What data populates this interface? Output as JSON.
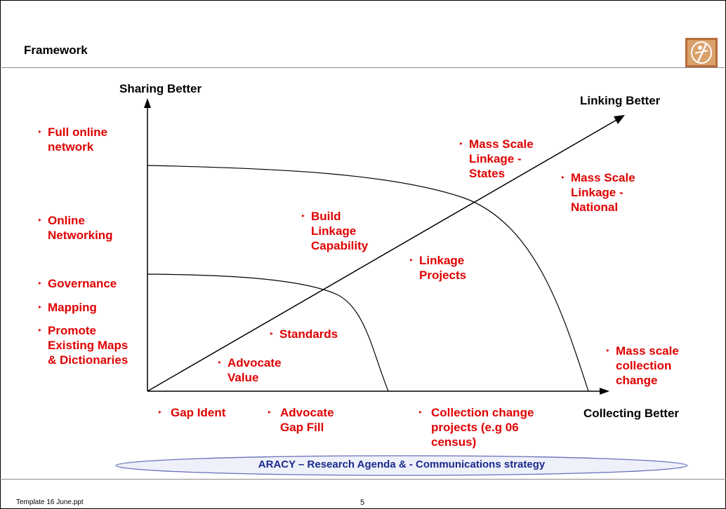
{
  "slide": {
    "title": "Framework",
    "page_number": "5",
    "footer_file": "Template 16 June.ppt"
  },
  "axes": {
    "y_label": "Sharing Better",
    "diagonal_label": "Linking Better",
    "x_label": "Collecting Better"
  },
  "left_items": [
    "Full online network",
    "Online Networking",
    "Governance",
    "Mapping",
    "Promote Existing Maps & Dictionaries"
  ],
  "bottom_items": [
    "Gap Ident",
    "Advocate Gap Fill",
    "Collection change projects (e.g 06 census)"
  ],
  "inner_items": [
    "Mass Scale Linkage - States",
    "Mass Scale Linkage - National",
    "Build Linkage Capability",
    "Linkage Projects",
    "Standards",
    "Advocate Value",
    "Mass scale collection change"
  ],
  "banner": "ARACY – Research Agenda & - Communications strategy",
  "colors": {
    "item_text": "#e00000",
    "banner_text": "#1a2a8c",
    "banner_fill": "#eef0fa",
    "banner_border": "#6670b8"
  },
  "icons": [
    "bullet-triangle-icon",
    "logo-figure-icon"
  ]
}
